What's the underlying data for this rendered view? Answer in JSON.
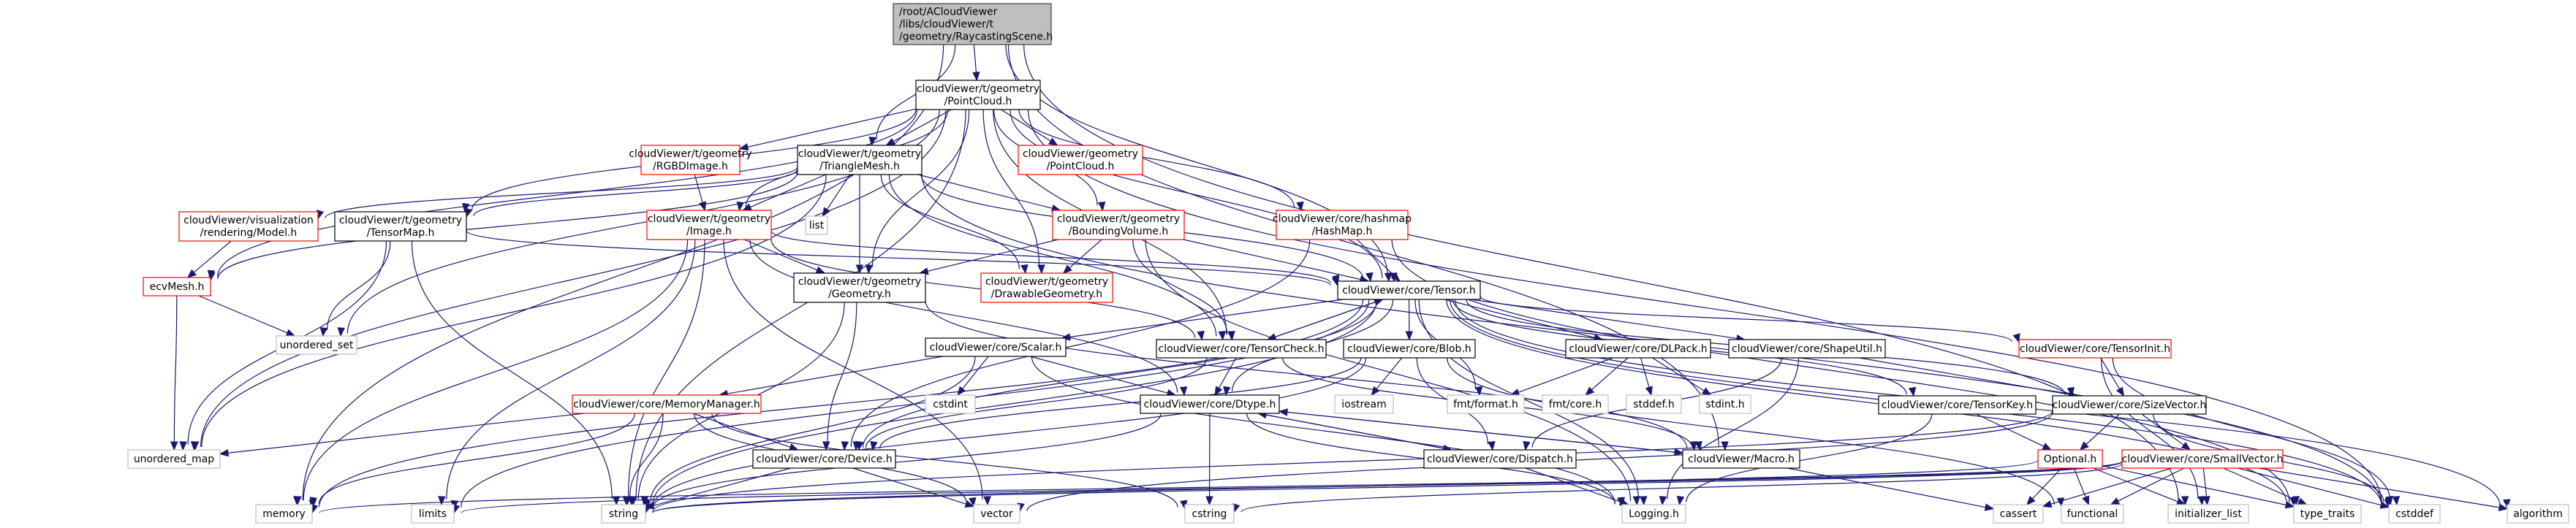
{
  "title": "Include dependency graph for RaycastingScene.h",
  "colors": {
    "edge": "#191970",
    "root_fill": "#bfbfbf",
    "documented_border": "#000000",
    "undocumented_border": "#ff0000",
    "system_border": "#bfbfbf"
  },
  "nodes": [
    {
      "id": "root",
      "kind": "root",
      "lines": [
        "/root/ACloudViewer",
        "/libs/cloudViewer/t",
        "/geometry/RaycastingScene.h"
      ],
      "align": "left"
    },
    {
      "id": "tPointCloud",
      "kind": "doc",
      "lines": [
        "cloudViewer/t/geometry",
        "/PointCloud.h"
      ]
    },
    {
      "id": "RGBDImage",
      "kind": "missing",
      "lines": [
        "cloudViewer/t/geometry",
        "/RGBDImage.h"
      ]
    },
    {
      "id": "TriangleMesh",
      "kind": "doc",
      "lines": [
        "cloudViewer/t/geometry",
        "/TriangleMesh.h"
      ]
    },
    {
      "id": "gPointCloud",
      "kind": "missing",
      "lines": [
        "cloudViewer/geometry",
        "/PointCloud.h"
      ]
    },
    {
      "id": "Model",
      "kind": "missing",
      "lines": [
        "cloudViewer/visualization",
        "/rendering/Model.h"
      ]
    },
    {
      "id": "TensorMap",
      "kind": "doc",
      "lines": [
        "cloudViewer/t/geometry",
        "/TensorMap.h"
      ]
    },
    {
      "id": "Image",
      "kind": "missing",
      "lines": [
        "cloudViewer/t/geometry",
        "/Image.h"
      ]
    },
    {
      "id": "list",
      "kind": "sys",
      "lines": [
        "list"
      ]
    },
    {
      "id": "BoundingVolume",
      "kind": "missing",
      "lines": [
        "cloudViewer/t/geometry",
        "/BoundingVolume.h"
      ]
    },
    {
      "id": "HashMap",
      "kind": "missing",
      "lines": [
        "cloudViewer/core/hashmap",
        "/HashMap.h"
      ]
    },
    {
      "id": "ecvMesh",
      "kind": "missing",
      "lines": [
        "ecvMesh.h"
      ]
    },
    {
      "id": "Geometry",
      "kind": "doc",
      "lines": [
        "cloudViewer/t/geometry",
        "/Geometry.h"
      ]
    },
    {
      "id": "DrawableGeometry",
      "kind": "missing",
      "lines": [
        "cloudViewer/t/geometry",
        "/DrawableGeometry.h"
      ]
    },
    {
      "id": "Tensor",
      "kind": "doc",
      "lines": [
        "cloudViewer/core/Tensor.h"
      ]
    },
    {
      "id": "unordered_set",
      "kind": "sys",
      "lines": [
        "unordered_set"
      ]
    },
    {
      "id": "Scalar",
      "kind": "doc",
      "lines": [
        "cloudViewer/core/Scalar.h"
      ]
    },
    {
      "id": "TensorCheck",
      "kind": "doc",
      "lines": [
        "cloudViewer/core/TensorCheck.h"
      ]
    },
    {
      "id": "Blob",
      "kind": "doc",
      "lines": [
        "cloudViewer/core/Blob.h"
      ]
    },
    {
      "id": "DLPack",
      "kind": "doc",
      "lines": [
        "cloudViewer/core/DLPack.h"
      ]
    },
    {
      "id": "ShapeUtil",
      "kind": "doc",
      "lines": [
        "cloudViewer/core/ShapeUtil.h"
      ]
    },
    {
      "id": "TensorInit",
      "kind": "missing",
      "lines": [
        "cloudViewer/core/TensorInit.h"
      ]
    },
    {
      "id": "MemoryManager",
      "kind": "missing",
      "lines": [
        "cloudViewer/core/MemoryManager.h"
      ]
    },
    {
      "id": "cstdint",
      "kind": "sys",
      "lines": [
        "cstdint"
      ]
    },
    {
      "id": "Dtype",
      "kind": "doc",
      "lines": [
        "cloudViewer/core/Dtype.h"
      ]
    },
    {
      "id": "iostream",
      "kind": "sys",
      "lines": [
        "iostream"
      ]
    },
    {
      "id": "fmt_format",
      "kind": "sys",
      "lines": [
        "fmt/format.h"
      ]
    },
    {
      "id": "fmt_core",
      "kind": "sys",
      "lines": [
        "fmt/core.h"
      ]
    },
    {
      "id": "stddef",
      "kind": "sys",
      "lines": [
        "stddef.h"
      ]
    },
    {
      "id": "stdint",
      "kind": "sys",
      "lines": [
        "stdint.h"
      ]
    },
    {
      "id": "TensorKey",
      "kind": "doc",
      "lines": [
        "cloudViewer/core/TensorKey.h"
      ]
    },
    {
      "id": "SizeVector",
      "kind": "doc",
      "lines": [
        "cloudViewer/core/SizeVector.h"
      ]
    },
    {
      "id": "unordered_map",
      "kind": "sys",
      "lines": [
        "unordered_map"
      ]
    },
    {
      "id": "Device",
      "kind": "doc",
      "lines": [
        "cloudViewer/core/Device.h"
      ]
    },
    {
      "id": "Dispatch",
      "kind": "doc",
      "lines": [
        "cloudViewer/core/Dispatch.h"
      ]
    },
    {
      "id": "Macro",
      "kind": "doc",
      "lines": [
        "cloudViewer/Macro.h"
      ]
    },
    {
      "id": "Optional",
      "kind": "missing",
      "lines": [
        "Optional.h"
      ]
    },
    {
      "id": "SmallVector",
      "kind": "missing",
      "lines": [
        "cloudViewer/core/SmallVector.h"
      ]
    },
    {
      "id": "memory",
      "kind": "sys",
      "lines": [
        "memory"
      ]
    },
    {
      "id": "limits",
      "kind": "sys",
      "lines": [
        "limits"
      ]
    },
    {
      "id": "string",
      "kind": "sys",
      "lines": [
        "string"
      ]
    },
    {
      "id": "vector",
      "kind": "sys",
      "lines": [
        "vector"
      ]
    },
    {
      "id": "cstring",
      "kind": "sys",
      "lines": [
        "cstring"
      ]
    },
    {
      "id": "Logging",
      "kind": "sys",
      "lines": [
        "Logging.h"
      ]
    },
    {
      "id": "cassert",
      "kind": "sys",
      "lines": [
        "cassert"
      ]
    },
    {
      "id": "functional",
      "kind": "sys",
      "lines": [
        "functional"
      ]
    },
    {
      "id": "initializer_list",
      "kind": "sys",
      "lines": [
        "initializer_list"
      ]
    },
    {
      "id": "type_traits",
      "kind": "sys",
      "lines": [
        "type_traits"
      ]
    },
    {
      "id": "cstddef",
      "kind": "sys",
      "lines": [
        "cstddef"
      ]
    },
    {
      "id": "algorithm",
      "kind": "sys",
      "lines": [
        "algorithm"
      ]
    }
  ],
  "edges": [
    [
      "root",
      "tPointCloud"
    ],
    [
      "root",
      "memory"
    ],
    [
      "root",
      "Tensor"
    ],
    [
      "root",
      "TriangleMesh"
    ],
    [
      "root",
      "Macro"
    ],
    [
      "root",
      "initializer_list"
    ],
    [
      "tPointCloud",
      "RGBDImage"
    ],
    [
      "tPointCloud",
      "TriangleMesh"
    ],
    [
      "tPointCloud",
      "gPointCloud"
    ],
    [
      "tPointCloud",
      "TensorMap"
    ],
    [
      "tPointCloud",
      "Image"
    ],
    [
      "tPointCloud",
      "BoundingVolume"
    ],
    [
      "tPointCloud",
      "HashMap"
    ],
    [
      "tPointCloud",
      "Geometry"
    ],
    [
      "tPointCloud",
      "DrawableGeometry"
    ],
    [
      "tPointCloud",
      "Tensor"
    ],
    [
      "tPointCloud",
      "TensorCheck"
    ],
    [
      "tPointCloud",
      "ecvMesh"
    ],
    [
      "tPointCloud",
      "unordered_set"
    ],
    [
      "tPointCloud",
      "unordered_map"
    ],
    [
      "tPointCloud",
      "string"
    ],
    [
      "tPointCloud",
      "cstddef"
    ],
    [
      "RGBDImage",
      "Image"
    ],
    [
      "TriangleMesh",
      "Model"
    ],
    [
      "TriangleMesh",
      "TensorMap"
    ],
    [
      "TriangleMesh",
      "Image"
    ],
    [
      "TriangleMesh",
      "list"
    ],
    [
      "TriangleMesh",
      "BoundingVolume"
    ],
    [
      "TriangleMesh",
      "Geometry"
    ],
    [
      "TriangleMesh",
      "DrawableGeometry"
    ],
    [
      "TriangleMesh",
      "Tensor"
    ],
    [
      "TriangleMesh",
      "TensorCheck"
    ],
    [
      "TriangleMesh",
      "ecvMesh"
    ],
    [
      "TriangleMesh",
      "unordered_map"
    ],
    [
      "TriangleMesh",
      "cstddef"
    ],
    [
      "Model",
      "ecvMesh"
    ],
    [
      "TensorMap",
      "Tensor"
    ],
    [
      "TensorMap",
      "unordered_set"
    ],
    [
      "TensorMap",
      "unordered_map"
    ],
    [
      "TensorMap",
      "string"
    ],
    [
      "Image",
      "Geometry"
    ],
    [
      "Image",
      "Tensor"
    ],
    [
      "Image",
      "TensorCheck"
    ],
    [
      "Image",
      "Dtype"
    ],
    [
      "Image",
      "string"
    ],
    [
      "Image",
      "limits"
    ],
    [
      "Image",
      "memory"
    ],
    [
      "Image",
      "vector"
    ],
    [
      "BoundingVolume",
      "Geometry"
    ],
    [
      "BoundingVolume",
      "DrawableGeometry"
    ],
    [
      "BoundingVolume",
      "Tensor"
    ],
    [
      "BoundingVolume",
      "TensorCheck"
    ],
    [
      "BoundingVolume",
      "Logging"
    ],
    [
      "HashMap",
      "Tensor"
    ],
    [
      "HashMap",
      "Device"
    ],
    [
      "HashMap",
      "type_traits"
    ],
    [
      "ecvMesh",
      "unordered_set"
    ],
    [
      "ecvMesh",
      "unordered_map"
    ],
    [
      "Geometry",
      "Device"
    ],
    [
      "Geometry",
      "string"
    ],
    [
      "Geometry",
      "Macro"
    ],
    [
      "Tensor",
      "Scalar"
    ],
    [
      "Tensor",
      "TensorCheck"
    ],
    [
      "Tensor",
      "Blob"
    ],
    [
      "Tensor",
      "DLPack"
    ],
    [
      "Tensor",
      "ShapeUtil"
    ],
    [
      "Tensor",
      "TensorInit"
    ],
    [
      "Tensor",
      "SizeVector"
    ],
    [
      "Tensor",
      "TensorKey"
    ],
    [
      "Tensor",
      "Dtype"
    ],
    [
      "Tensor",
      "Device"
    ],
    [
      "Tensor",
      "fmt_format"
    ],
    [
      "Tensor",
      "string"
    ],
    [
      "Tensor",
      "memory"
    ],
    [
      "Tensor",
      "limits"
    ],
    [
      "Tensor",
      "cstddef"
    ],
    [
      "Tensor",
      "type_traits"
    ],
    [
      "Tensor",
      "algorithm"
    ],
    [
      "Tensor",
      "Logging"
    ],
    [
      "Scalar",
      "cstdint"
    ],
    [
      "Scalar",
      "Dtype"
    ],
    [
      "Scalar",
      "MemoryManager"
    ],
    [
      "Scalar",
      "string"
    ],
    [
      "Scalar",
      "Logging"
    ],
    [
      "TensorCheck",
      "Dtype"
    ],
    [
      "TensorCheck",
      "Device"
    ],
    [
      "TensorCheck",
      "Tensor"
    ],
    [
      "TensorCheck",
      "Macro"
    ],
    [
      "Blob",
      "Device"
    ],
    [
      "Blob",
      "iostream"
    ],
    [
      "Blob",
      "Dispatch"
    ],
    [
      "Blob",
      "string"
    ],
    [
      "Blob",
      "functional"
    ],
    [
      "DLPack",
      "fmt_format"
    ],
    [
      "DLPack",
      "fmt_core"
    ],
    [
      "DLPack",
      "stddef"
    ],
    [
      "DLPack",
      "stdint"
    ],
    [
      "ShapeUtil",
      "Dispatch"
    ],
    [
      "ShapeUtil",
      "Logging"
    ],
    [
      "ShapeUtil",
      "SizeVector"
    ],
    [
      "TensorInit",
      "SizeVector"
    ],
    [
      "TensorInit",
      "initializer_list"
    ],
    [
      "TensorInit",
      "cstddef"
    ],
    [
      "MemoryManager",
      "Device"
    ],
    [
      "MemoryManager",
      "unordered_map"
    ],
    [
      "MemoryManager",
      "memory"
    ],
    [
      "MemoryManager",
      "string"
    ],
    [
      "MemoryManager",
      "vector"
    ],
    [
      "MemoryManager",
      "cstring"
    ],
    [
      "Dtype",
      "Dispatch"
    ],
    [
      "Dtype",
      "Macro"
    ],
    [
      "Dtype",
      "cstring"
    ],
    [
      "Dtype",
      "string"
    ],
    [
      "Dtype",
      "Logging"
    ],
    [
      "TensorKey",
      "Optional"
    ],
    [
      "TensorKey",
      "Logging"
    ],
    [
      "SizeVector",
      "Optional"
    ],
    [
      "SizeVector",
      "SmallVector"
    ],
    [
      "SizeVector",
      "string"
    ],
    [
      "SizeVector",
      "cstddef"
    ],
    [
      "SizeVector",
      "vector"
    ],
    [
      "Device",
      "string"
    ],
    [
      "Device",
      "vector"
    ],
    [
      "Dispatch",
      "Logging"
    ],
    [
      "Dispatch",
      "Dtype"
    ],
    [
      "Macro",
      "cassert"
    ],
    [
      "Macro",
      "Dtype"
    ],
    [
      "Optional",
      "cassert"
    ],
    [
      "Optional",
      "functional"
    ],
    [
      "Optional",
      "initializer_list"
    ],
    [
      "Optional",
      "type_traits"
    ],
    [
      "Optional",
      "string"
    ],
    [
      "SmallVector",
      "cassert"
    ],
    [
      "SmallVector",
      "functional"
    ],
    [
      "SmallVector",
      "initializer_list"
    ],
    [
      "SmallVector",
      "type_traits"
    ],
    [
      "SmallVector",
      "cstddef"
    ],
    [
      "SmallVector",
      "algorithm"
    ],
    [
      "SmallVector",
      "memory"
    ],
    [
      "SmallVector",
      "cstring"
    ],
    [
      "SmallVector",
      "limits"
    ],
    [
      "SmallVector",
      "string"
    ]
  ]
}
